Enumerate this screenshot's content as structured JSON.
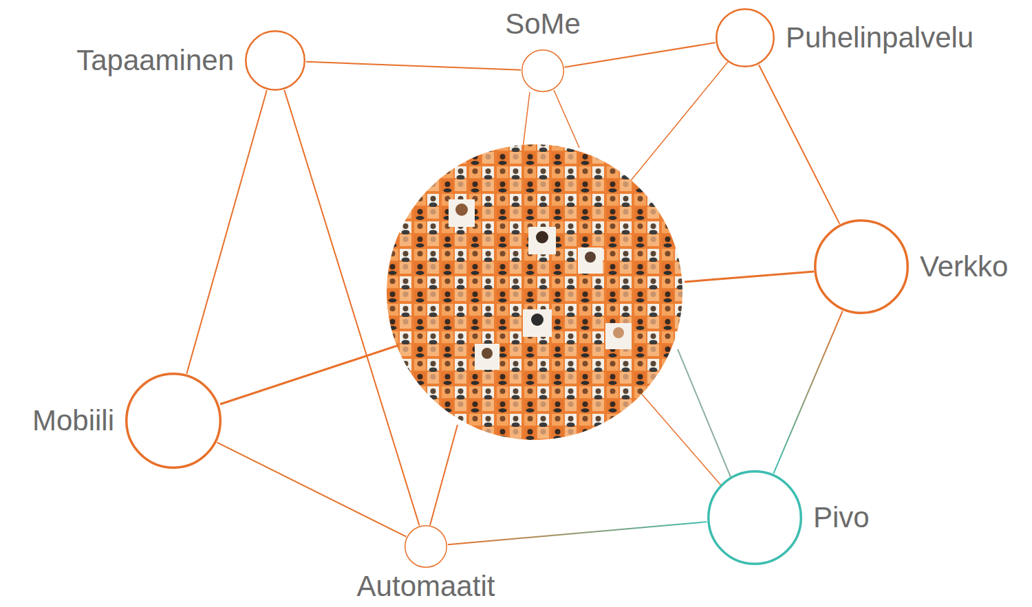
{
  "diagram": {
    "nodes": [
      {
        "text": [
          "Tapaaminen"
        ]
      },
      {
        "text": [
          "SoMe"
        ]
      },
      {
        "text": [
          "Puhelinpalvelu"
        ]
      },
      {
        "text": [
          "Verkko"
        ]
      },
      {
        "text": [
          "Mobiili"
        ]
      },
      {
        "text": [
          "Pivo"
        ]
      },
      {
        "text": [
          "Automaatit"
        ]
      }
    ],
    "edges": [
      {
        "from": 0,
        "to": 1,
        "arrow": "none"
      },
      {
        "from": 1,
        "to": 2,
        "arrow": "none"
      },
      {
        "from": 2,
        "to": 3,
        "arrow": "none"
      },
      {
        "from": 3,
        "to": 5,
        "arrow": "none"
      },
      {
        "from": 5,
        "to": 6,
        "arrow": "none"
      },
      {
        "from": 6,
        "to": 4,
        "arrow": "none"
      },
      {
        "from": 4,
        "to": 0,
        "arrow": "none"
      },
      {
        "from": 0,
        "to": 6,
        "arrow": "none"
      }
    ]
  }
}
